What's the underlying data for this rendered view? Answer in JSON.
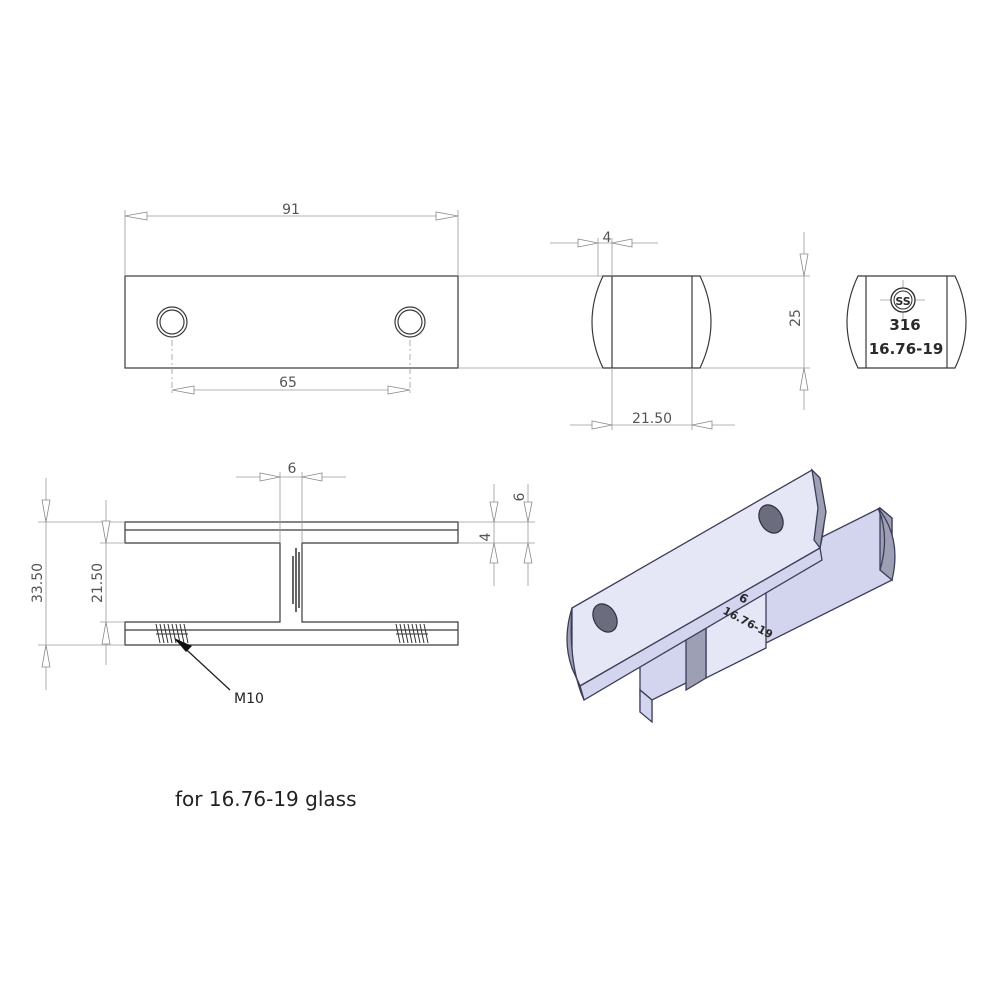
{
  "dimensions": {
    "overall_length": "91",
    "hole_spacing": "65",
    "end_thickness": "4",
    "height": "25",
    "body_width": "21.50",
    "web_thickness": "6",
    "total_height": "33.50",
    "glass_gap": "21.50",
    "plate_thickness": "4",
    "flange_offset": "6"
  },
  "labels": {
    "thread": "M10"
  },
  "stamp": {
    "material_mark": "SS",
    "grade": "316",
    "glass_range": "16.76-19"
  },
  "iso_stamp": {
    "grade_partial": "6",
    "glass_range": "16.76-19"
  },
  "caption": "for 16.76-19  glass",
  "colors": {
    "line": "#3a3a3a",
    "dimension": "#9a9a9a",
    "iso_face": "#e6e7f6",
    "iso_shadow": "#9d9fb4"
  }
}
